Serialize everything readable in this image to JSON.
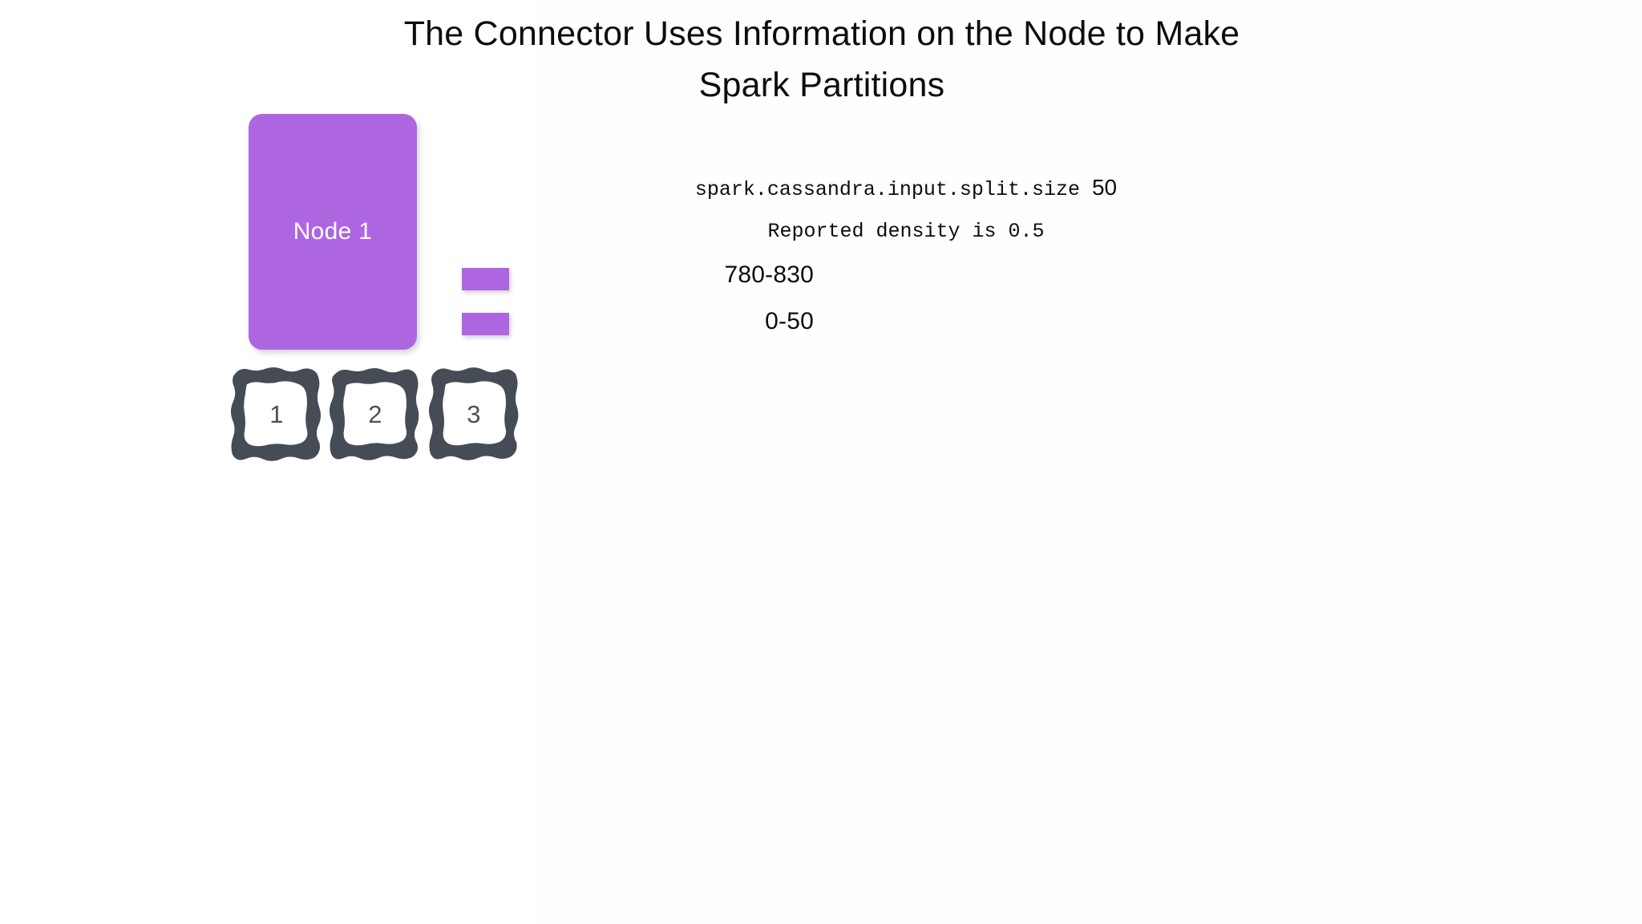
{
  "slide": {
    "background_color": "#ffffff",
    "title": "The Connector Uses Information on the Node to Make\nSpark Partitions"
  },
  "node": {
    "label": "Node 1",
    "color": "#ae66e0",
    "label_color": "#ffffff"
  },
  "token_bars": [
    {
      "name": "token-range-bar-upper"
    },
    {
      "name": "token-range-bar-lower"
    }
  ],
  "ranges": [
    {
      "label": "780-830"
    },
    {
      "label": "0-50"
    }
  ],
  "config": {
    "setting_name": "spark.cassandra.input.split.size",
    "setting_value": "50",
    "density_line": "Reported density is 0.5"
  },
  "partitions": {
    "border_color": "#454c56",
    "fill_color": "#ffffff",
    "items": [
      {
        "label": "1"
      },
      {
        "label": "2"
      },
      {
        "label": "3"
      }
    ]
  }
}
